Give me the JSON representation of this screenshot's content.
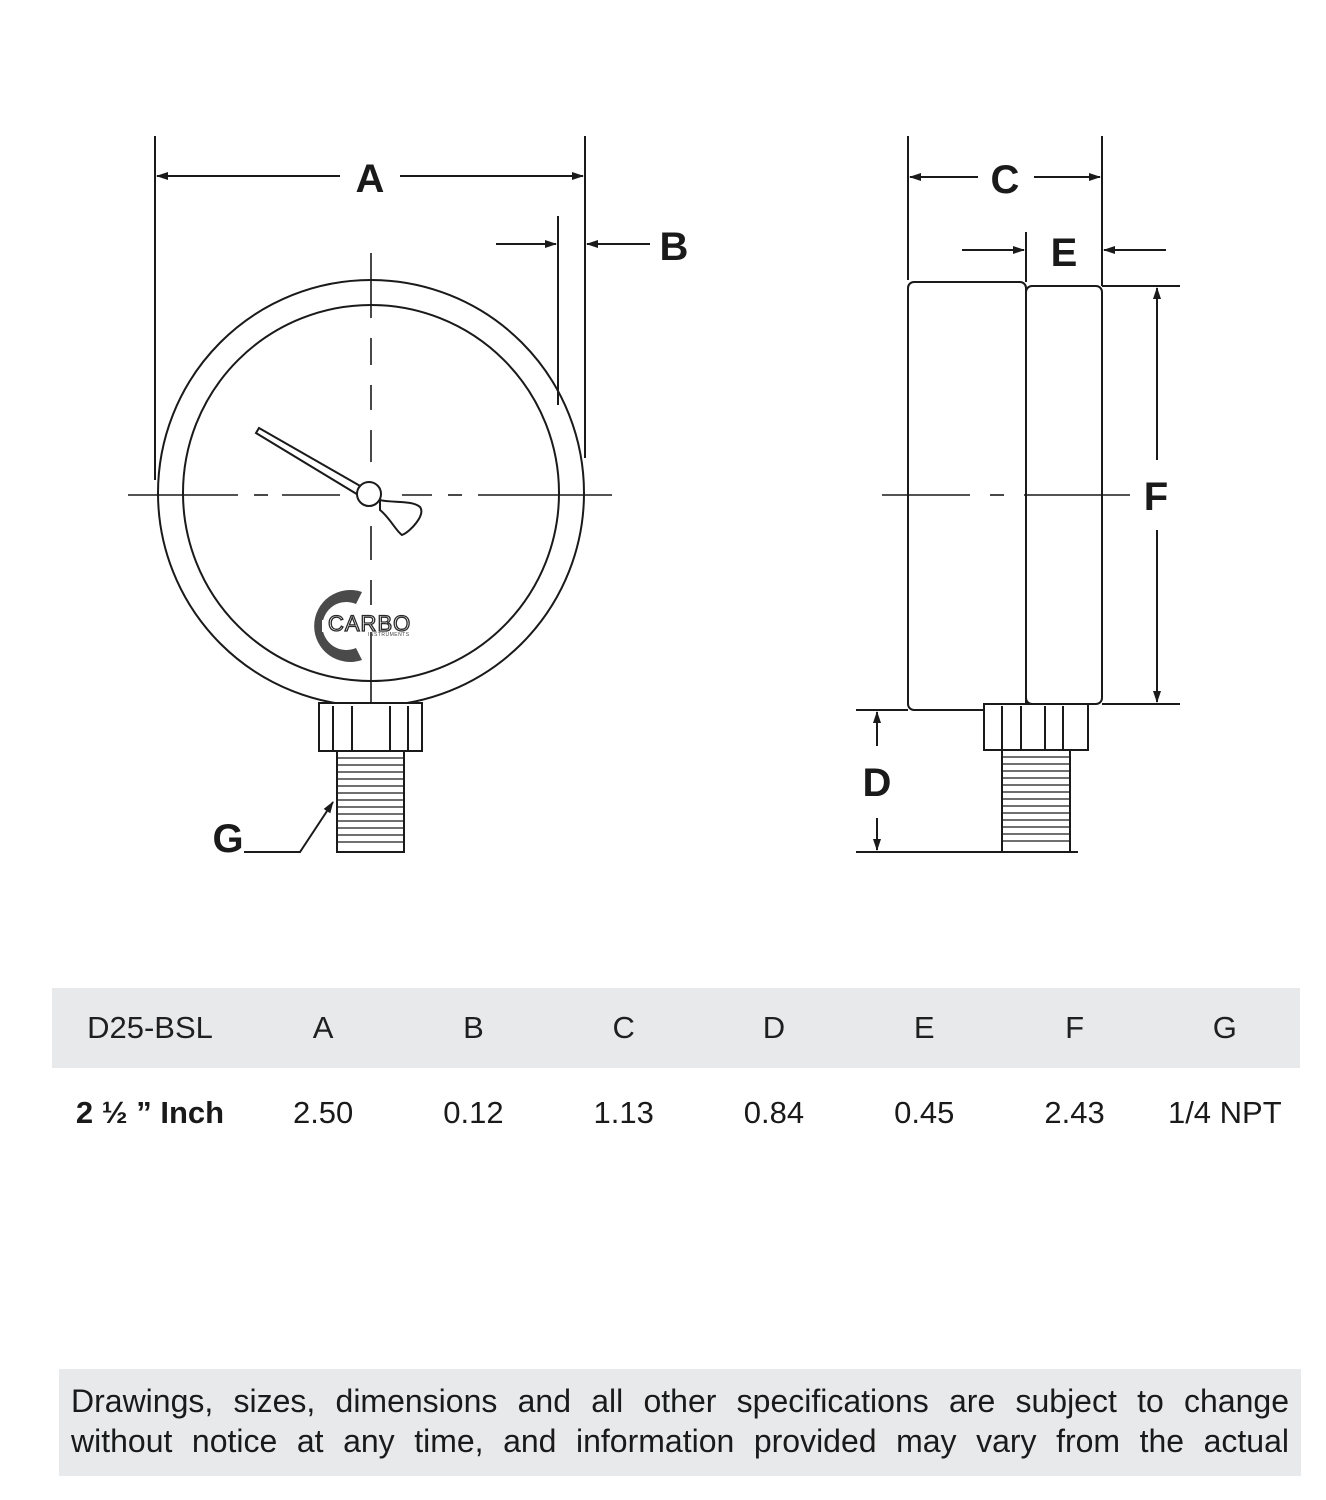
{
  "drawing": {
    "labels": {
      "a": "A",
      "b": "B",
      "c": "C",
      "d": "D",
      "e": "E",
      "f": "F",
      "g": "G"
    },
    "logo": {
      "name": "CARBO",
      "subtitle": "INSTRUMENTS"
    }
  },
  "table": {
    "header": [
      "D25-BSL",
      "A",
      "B",
      "C",
      "D",
      "E",
      "F",
      "G"
    ],
    "row": [
      "2 ½ ” Inch",
      "2.50",
      "0.12",
      "1.13",
      "0.84",
      "0.45",
      "2.43",
      "1/4 NPT"
    ]
  },
  "disclaimer": {
    "line1": "Drawings, sizes, dimensions and all other specifications are subject to change",
    "line2": "without notice at any time, and information provided may vary from the actual"
  }
}
